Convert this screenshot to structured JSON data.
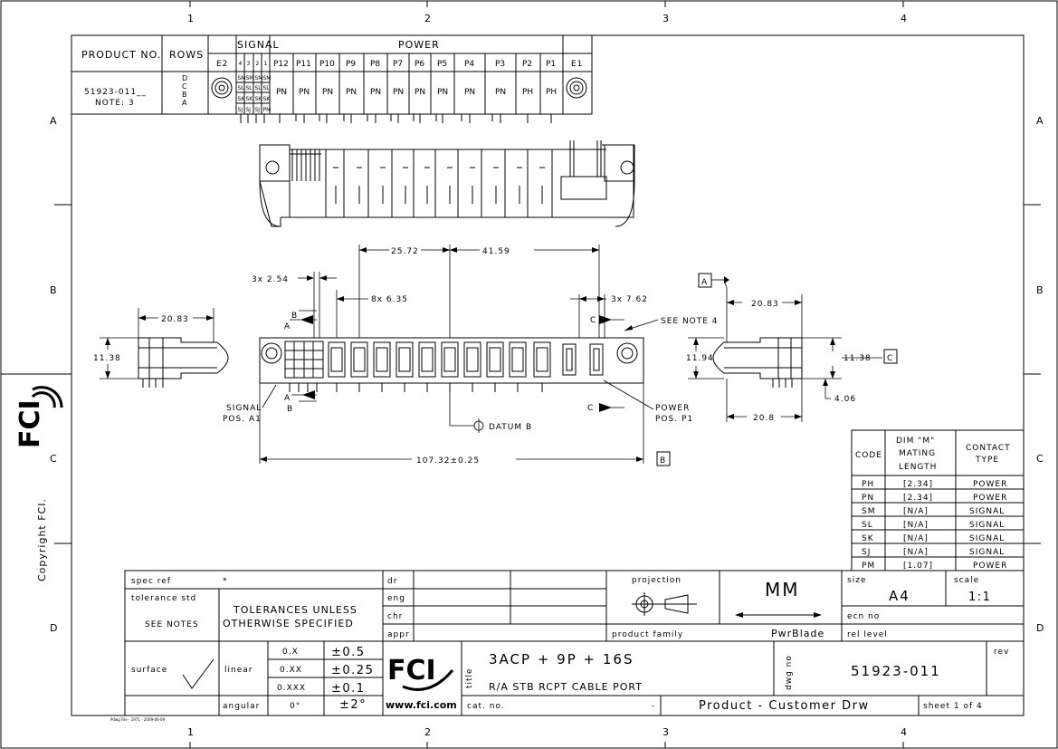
{
  "zones": {
    "cols": [
      "1",
      "2",
      "3",
      "4"
    ],
    "rows": [
      "A",
      "B",
      "C",
      "D"
    ]
  },
  "copyright": "Copyright FCI.",
  "top_table": {
    "h_product": "PRODUCT NO.",
    "h_rows": "ROWS",
    "h_signal": "SIGNAL",
    "h_power": "POWER",
    "e2": "E2",
    "sig_cols": [
      "4",
      "3",
      "2",
      "1"
    ],
    "power_cols": [
      "P12",
      "P11",
      "P10",
      "P9",
      "P8",
      "P7",
      "P6",
      "P5",
      "P4",
      "P3",
      "P2",
      "P1"
    ],
    "e1": "E1",
    "product_no": "51923-011__",
    "note": "NOTE: 3",
    "row_letters": [
      "D",
      "C",
      "B",
      "A"
    ],
    "sig_grid": [
      [
        "SM",
        "SM",
        "SM",
        "SM"
      ],
      [
        "SL",
        "SL",
        "SL",
        "SL"
      ],
      [
        "SK",
        "SK",
        "SK",
        "SK"
      ],
      [
        "SJ",
        "SJ",
        "SJ",
        "PM"
      ]
    ],
    "power_codes": [
      "PN",
      "PN",
      "PN",
      "PN",
      "PN",
      "PN",
      "PN",
      "PN",
      "PN",
      "PN",
      "PH",
      "PH"
    ]
  },
  "dims": {
    "d1": "25.72",
    "d2": "41.59",
    "d3": "3x 2.54",
    "d4": "8x 6.35",
    "d5": "3x 7.62",
    "d6": "20.83",
    "d7": "11.38",
    "d8": "20.83",
    "d9": "11.94",
    "d10": "11.38",
    "d11": "4.06",
    "d12": "20.8",
    "d13": "107.32±0.25",
    "see_note": "SEE NOTE 4",
    "signal_pos": "SIGNAL",
    "signal_pos2": "POS. A1",
    "power_pos": "POWER",
    "power_pos2": "POS. P1",
    "datum": "DATUM B",
    "ref_a": "A",
    "ref_b": "B",
    "ref_c": "C",
    "lbl_a": "A",
    "lbl_b": "B",
    "lbl_c": "C"
  },
  "code_table": {
    "h_code": "CODE",
    "h_dim1": "DIM \"M\"",
    "h_dim2": "MATING",
    "h_dim3": "LENGTH",
    "h_ct1": "CONTACT",
    "h_ct2": "TYPE",
    "rows": [
      {
        "code": "PH",
        "len": "[2.34]",
        "type": "POWER"
      },
      {
        "code": "PN",
        "len": "[2.34]",
        "type": "POWER"
      },
      {
        "code": "SM",
        "len": "[N/A]",
        "type": "SIGNAL"
      },
      {
        "code": "SL",
        "len": "[N/A]",
        "type": "SIGNAL"
      },
      {
        "code": "SK",
        "len": "[N/A]",
        "type": "SIGNAL"
      },
      {
        "code": "SJ",
        "len": "[N/A]",
        "type": "SIGNAL"
      },
      {
        "code": "PM",
        "len": "[1.07]",
        "type": "POWER"
      }
    ]
  },
  "title_block": {
    "spec_ref": "spec ref",
    "spec_val": "*",
    "tol_std": "tolerance std",
    "see_notes": "SEE NOTES",
    "tol_text1": "TOLERANCES UNLESS",
    "tol_text2": "OTHERWISE SPECIFIED",
    "dr": "dr",
    "eng": "eng",
    "chr": "chr",
    "appr": "appr",
    "projection": "projection",
    "units": "MM",
    "size": "size",
    "size_val": "A4",
    "scale": "scale",
    "scale_val": "1:1",
    "ecn": "ecn no",
    "product_family": "product family",
    "family_val": "PwrBlade",
    "rel_level": "rel level",
    "surface": "surface",
    "linear": "linear",
    "angular": "angular",
    "tol_rows": [
      [
        "0.X",
        "±0.5"
      ],
      [
        "0.XX",
        "±0.25"
      ],
      [
        "0.XXX",
        "±0.1"
      ]
    ],
    "ang_val": "0°",
    "ang_tol": "±2°",
    "logo": "FCI",
    "website": "www.fci.com",
    "title_lbl": "title",
    "title1": "3ACP + 9P + 16S",
    "title2": "R/A STB RCPT CABLE PORT",
    "dwg_lbl": "dwg no",
    "dwg_no": "51923-011",
    "rev": "rev",
    "cat_no": "cat. no.",
    "cat_val": "-",
    "drw_type": "Product - Customer Drw",
    "sheet": "sheet 1 of 4",
    "footer": "Pdwg File - 1971 - 2009-06-09"
  }
}
